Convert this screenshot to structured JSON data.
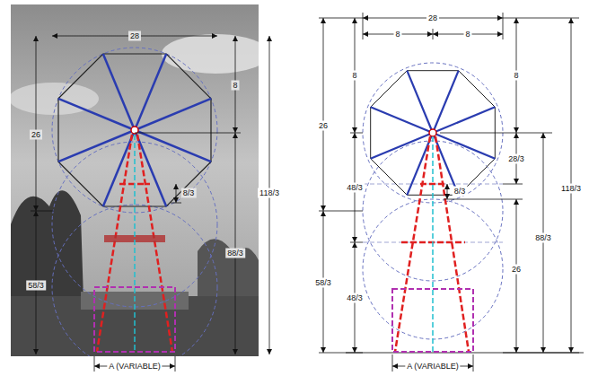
{
  "diagram": {
    "labels": [
      "28",
      "26",
      "8",
      "8/3",
      "118/3",
      "88/3",
      "58/3",
      "A (VARIABLE)",
      "28",
      "8",
      "8",
      "8",
      "8",
      "26",
      "28/3",
      "48/3",
      "8/3",
      "118/3",
      "88/3",
      "58/3",
      "26",
      "48/3",
      "A (VARIABLE)"
    ]
  }
}
